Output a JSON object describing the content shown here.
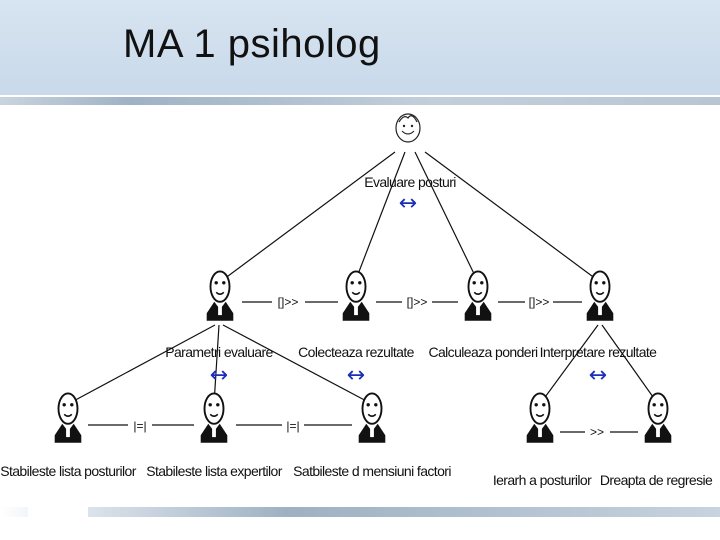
{
  "slide": {
    "title": "MA 1 psiholog"
  },
  "tree": {
    "root": {
      "label": "Evaluare posturi"
    },
    "level1": [
      {
        "label": "Parametri evaluare"
      },
      {
        "label": "Colecteaza rezultate"
      },
      {
        "label": "Calculeaza ponderi"
      },
      {
        "label": "Interpretare rezultate"
      }
    ],
    "level2_left": [
      {
        "label": "Stabileste lista posturilor"
      },
      {
        "label": "Stabileste lista expertilor"
      },
      {
        "label": "Satbileste d mensiuni factori"
      }
    ],
    "level2_right": [
      {
        "label": "Ierarh a posturilor"
      },
      {
        "label": "Dreapta de regresie"
      }
    ],
    "operators": {
      "enable": "[]>>",
      "concurrent": "|=|",
      "sequence": ">>",
      "choice_arrow": "↔"
    }
  }
}
